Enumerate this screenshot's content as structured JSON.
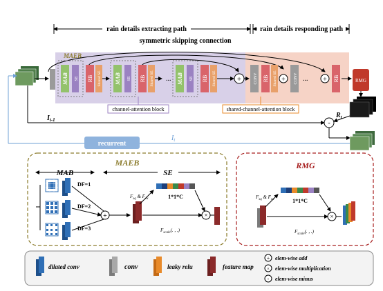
{
  "top": {
    "extract_path": "rain details extracting path",
    "respond_path": "rain details responding path",
    "skip_connection": "symmetric skipping connection",
    "maeb_tag": "MAEB"
  },
  "blocks": {
    "mab": "MAB",
    "se": "SE",
    "rb": "RB",
    "shared_se": "Shared SE",
    "conv": "CONV",
    "rmg": "RMG"
  },
  "captions": {
    "channel_attention": "channel-attention block",
    "shared_channel_attention": "shared-channel-attention block"
  },
  "flow": {
    "input_label": "I",
    "input_sub": "t-1",
    "output_label": "R",
    "output_sub": "t",
    "recurrent_label": "recurrent",
    "it_label": "I",
    "it_sub": "t",
    "minus_sign": "-",
    "plus_sign": "+"
  },
  "maeb_panel": {
    "title": "MAEB",
    "mab_label": "MAB",
    "se_label": "SE",
    "df1": "DF=1",
    "df2": "DF=2",
    "df3": "DF=3",
    "fsq": "F",
    "fsq_sub": "sq",
    "amp": " & F",
    "fex_sub": "ex",
    "shape": "1*1*C",
    "fscale": "F",
    "fscale_sub": "scale",
    "fscale_args": "(. , .)"
  },
  "rmg_panel": {
    "title": "RMG",
    "fsq": "F",
    "fsq_sub": "sq",
    "amp": " & F",
    "fex_sub": "ex",
    "shape": "1*1*C",
    "fscale": "F",
    "fscale_sub": "scale",
    "fscale_args": "(. , .)"
  },
  "legend": {
    "dilated_conv": "dilated conv",
    "conv": "conv",
    "leaky_relu": "leaky relu",
    "feature_map": "feature map",
    "add": "elem-wise add",
    "mult": "elem-wise multiplication",
    "minus": "elem-wise minus"
  },
  "colors": {
    "dilated": "#2f6fb6",
    "conv": "#9a9a9a",
    "relu": "#e88a2a",
    "feature": "#8b2a2a",
    "maeb_bg": "#d8d0e8",
    "respond_bg": "#f6d3c6",
    "rmg": "#c0392b",
    "recurrent": "#8fb3dd",
    "mab_green": "#93c26b",
    "se_purple": "#9b82c2",
    "rb_red": "#d9646a",
    "shared_se": "#e8a06a"
  }
}
